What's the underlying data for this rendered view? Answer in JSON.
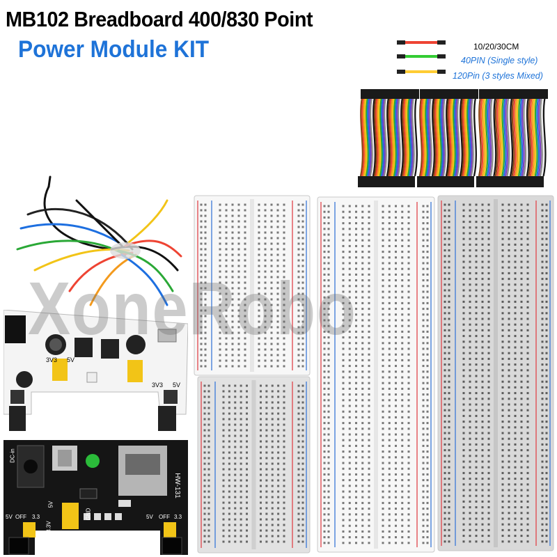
{
  "title": {
    "line1": "MB102 Breadboard 400/830 Point",
    "line2": "Power Module KIT"
  },
  "jumper_wires": {
    "length_label": "10/20/30CM",
    "option_40": "40PIN (Single style)",
    "option_120": "120Pin (3 styles Mixed)"
  },
  "power_module_a": {
    "labels": [
      "3V3",
      "5V",
      "3V3",
      "5V"
    ]
  },
  "power_module_b": {
    "model": "HW-131",
    "dc_label": "DC-in",
    "labels": [
      "5V",
      "OFF",
      "3.3",
      "5V",
      "OFF",
      "3.3",
      "GND",
      "5V",
      "3.3V"
    ]
  },
  "watermark": "XoneRobo",
  "colors": {
    "title_black": "#000000",
    "title_blue": "#1e73d8",
    "rail_red": "#e0444a",
    "rail_blue": "#3a78d8",
    "pcb_white": "#f4f4f4",
    "pcb_black": "#151515"
  }
}
